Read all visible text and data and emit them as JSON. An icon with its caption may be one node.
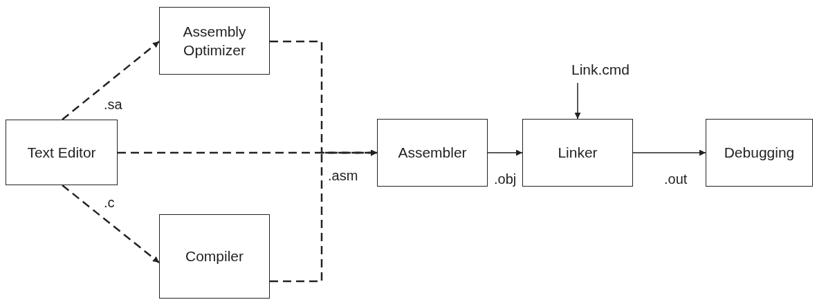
{
  "diagram": {
    "nodes": [
      {
        "text": [
          "Text Editor"
        ]
      },
      {
        "text": [
          "Assembly Optimizer"
        ]
      },
      {
        "text": [
          "Compiler"
        ]
      },
      {
        "text": [
          "Assembler"
        ]
      },
      {
        "text": [
          "Linker"
        ]
      },
      {
        "text": [
          "Debugging"
        ]
      },
      {
        "text": [
          "Link.cmd"
        ]
      }
    ],
    "edges": [
      {
        "from": 0,
        "to": 1,
        "arrow": "to",
        "label": ".sa",
        "style": "dashed"
      },
      {
        "from": 0,
        "to": 2,
        "arrow": "to",
        "label": ".c",
        "style": "dashed"
      },
      {
        "from": 0,
        "to": 3,
        "arrow": "to",
        "label": ".asm",
        "style": "dashed"
      },
      {
        "from": 1,
        "to": 3,
        "arrow": "to",
        "style": "dashed"
      },
      {
        "from": 2,
        "to": 3,
        "arrow": "to",
        "style": "dashed"
      },
      {
        "from": 3,
        "to": 4,
        "arrow": "to",
        "label": ".obj"
      },
      {
        "from": 4,
        "to": 5,
        "arrow": "to",
        "label": ".out"
      },
      {
        "from": 6,
        "to": 4,
        "arrow": "to"
      }
    ]
  }
}
